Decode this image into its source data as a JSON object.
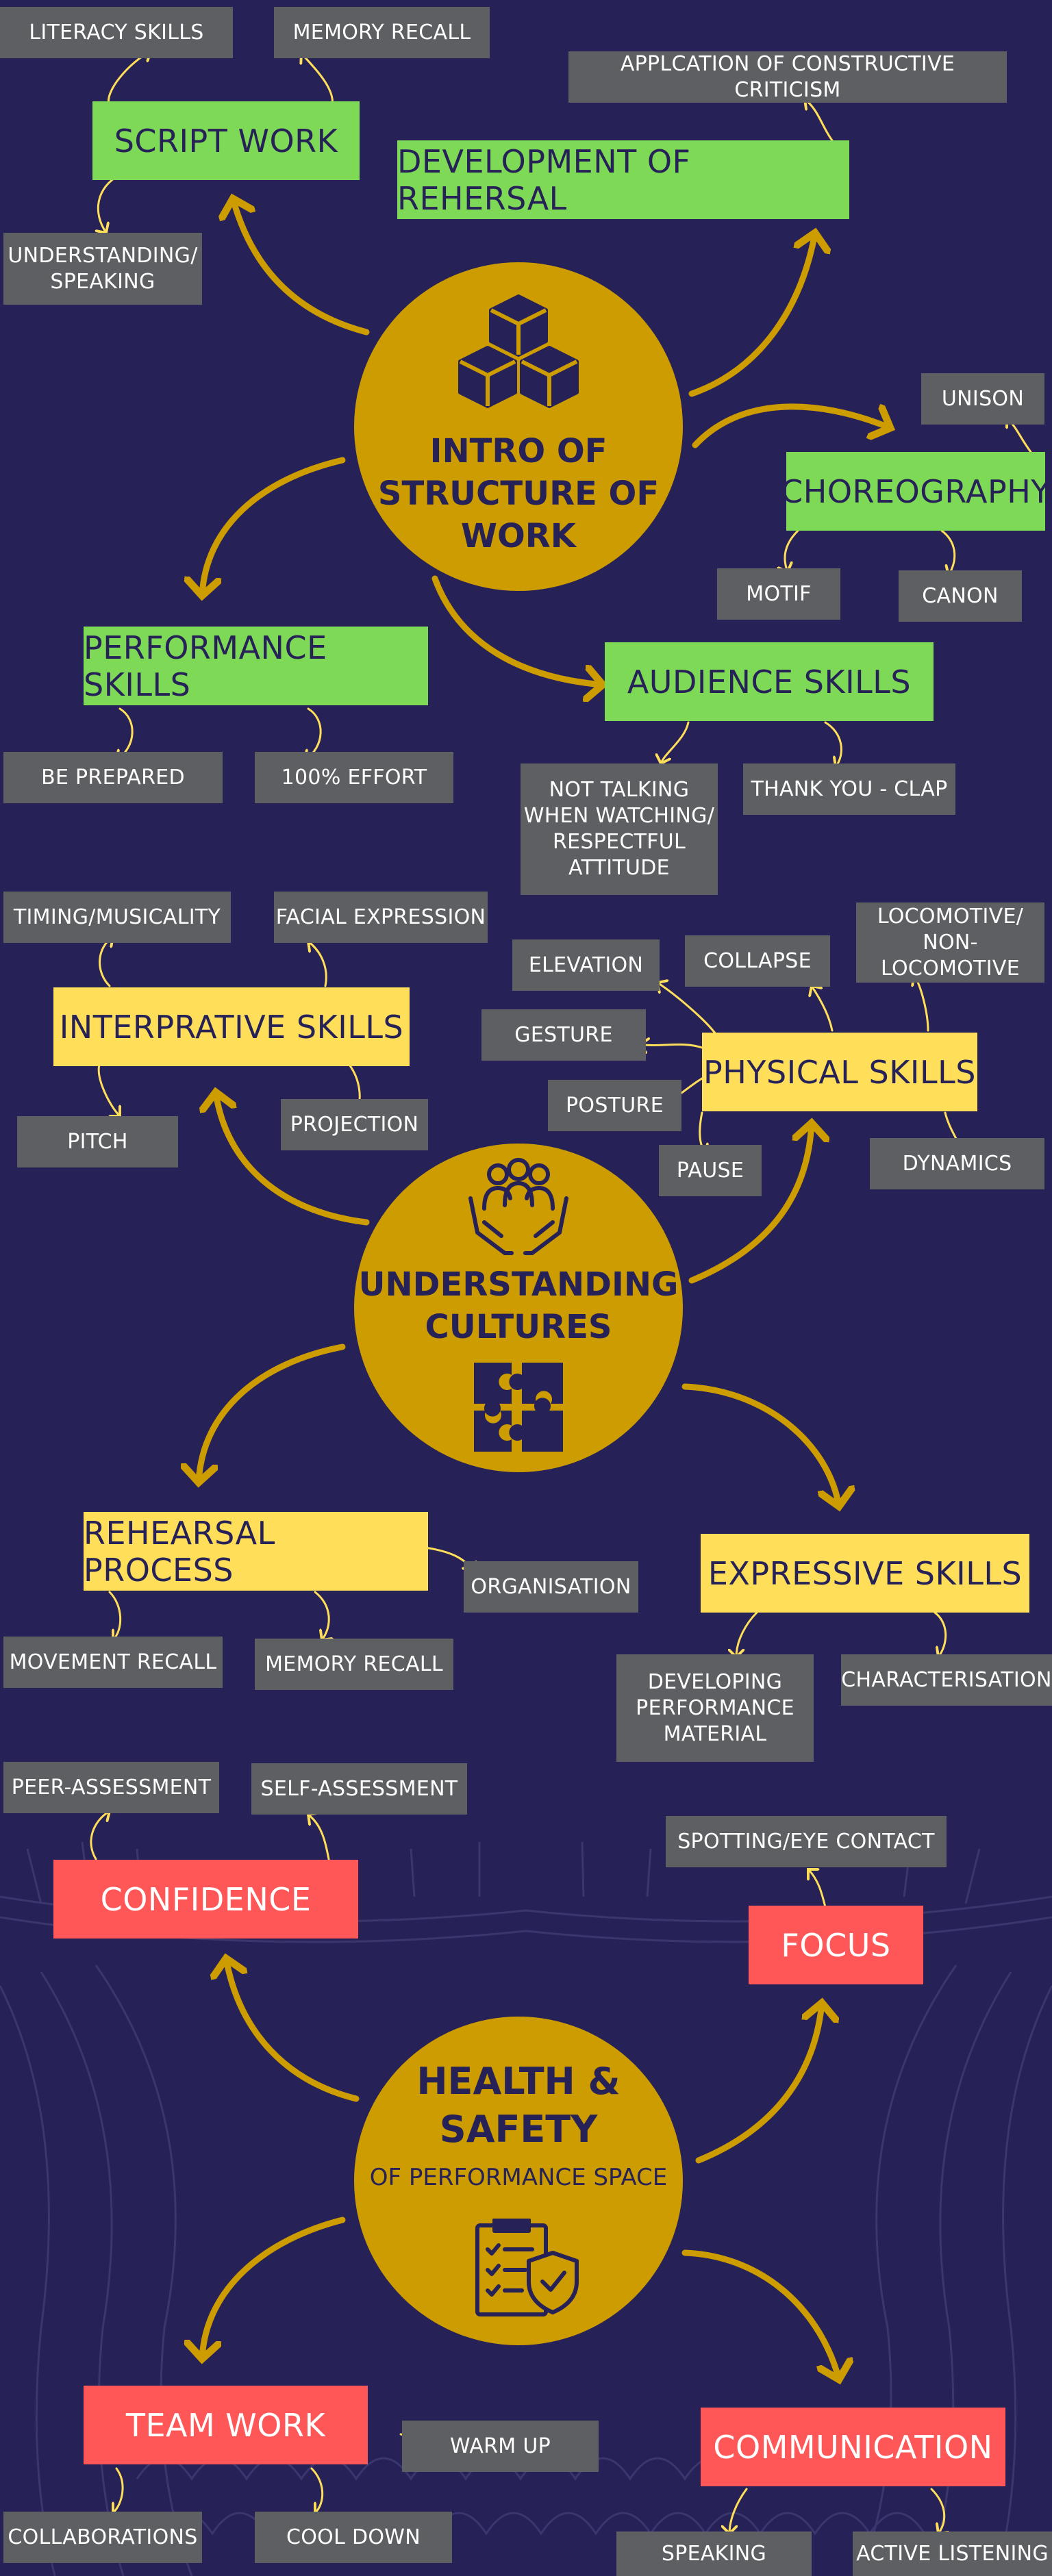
{
  "colors": {
    "background": "#262157",
    "hub": "#cc9c00",
    "arrow": "#cc9c00",
    "green": "#7ed957",
    "yellow": "#ffde59",
    "red": "#ff5757",
    "gray": "#5e5f63",
    "text_dark": "#262157"
  },
  "section1": {
    "hub": {
      "title": "INTRO OF\nSTRUCTURE OF\nWORK",
      "icon": "cubes-icon"
    },
    "script_work": "SCRIPT WORK",
    "literacy_skills": "LITERACY SKILLS",
    "memory_recall": "MEMORY RECALL",
    "understanding_speaking": "UNDERSTANDING/\nSPEAKING",
    "development_of_rehersal": "DEVELOPMENT OF REHERSAL",
    "constructive_criticism": "APPLCATION OF CONSTRUCTIVE CRITICISM",
    "choreography": "CHOREOGRAPHY",
    "unison": "UNISON",
    "motif": "MOTIF",
    "canon": "CANON",
    "performance_skills": "PERFORMANCE SKILLS",
    "be_prepared": "BE PREPARED",
    "effort": "100% EFFORT",
    "audience_skills": "AUDIENCE SKILLS",
    "not_talking": "NOT TALKING\nWHEN WATCHING/\nRESPECTFUL\nATTITUDE",
    "thank_you": "THANK YOU - CLAP"
  },
  "section2": {
    "hub": {
      "title": "UNDERSTANDING\nCULTURES",
      "icon_top": "community-hands-icon",
      "icon_bottom": "puzzle-icon"
    },
    "interprative_skills": "INTERPRATIVE SKILLS",
    "timing": "TIMING/MUSICALITY",
    "facial_expression": "FACIAL EXPRESSION",
    "pitch": "PITCH",
    "projection": "PROJECTION",
    "physical_skills": "PHYSICAL SKILLS",
    "elevation": "ELEVATION",
    "collapse": "COLLAPSE",
    "locomotive": "LOCOMOTIVE/\nNON-LOCOMOTIVE",
    "gesture": "GESTURE",
    "posture": "POSTURE",
    "pause": "PAUSE",
    "dynamics": "DYNAMICS",
    "rehearsal_process": "REHEARSAL PROCESS",
    "organisation": "ORGANISATION",
    "movement_recall": "MOVEMENT RECALL",
    "memory_recall": "MEMORY RECALL",
    "expressive_skills": "EXPRESSIVE SKILLS",
    "developing_material": "DEVELOPING\nPERFORMANCE\nMATERIAL",
    "characterisation": "CHARACTERISATION"
  },
  "section3": {
    "hub": {
      "title": "HEALTH &\nSAFETY",
      "subtitle": "OF PERFORMANCE SPACE",
      "icon": "checklist-shield-icon"
    },
    "confidence": "CONFIDENCE",
    "peer_assessment": "PEER-ASSESSMENT",
    "self_assessment": "SELF-ASSESSMENT",
    "focus": "FOCUS",
    "spotting": "SPOTTING/EYE CONTACT",
    "team_work": "TEAM WORK",
    "warm_up": "WARM UP",
    "collaborations": "COLLABORATIONS",
    "cool_down": "COOL DOWN",
    "communication": "COMMUNICATION",
    "speaking": "SPEAKING",
    "active_listening": "ACTIVE LISTENING"
  }
}
